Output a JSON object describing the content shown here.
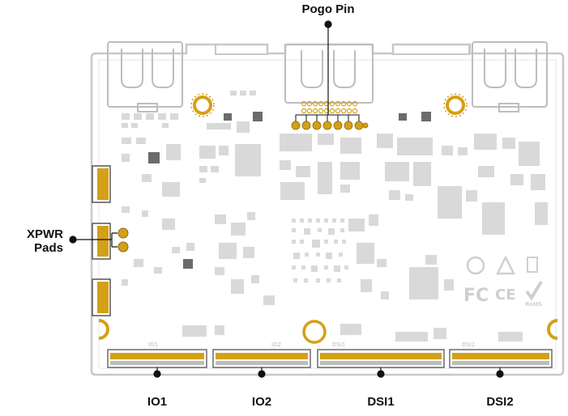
{
  "callouts": {
    "pogo_pin": "Pogo Pin",
    "xpwr_line1": "XPWR",
    "xpwr_line2": "Pads",
    "io1": "IO1",
    "io2": "IO2",
    "dsi1": "DSI1",
    "dsi2": "DSI2"
  },
  "silkscreen": {
    "io1": "IO1",
    "io2": "IO2",
    "dsi1": "DSI1",
    "dsi2": "DSI2"
  },
  "certifications": {
    "fcc": "FC",
    "ce": "CE",
    "rohs": "RoHS"
  },
  "colors": {
    "board_outline": "#c8c8c8",
    "component": "#d9d9d9",
    "gold": "#d4a017",
    "connector_dark": "#6b6b6b",
    "callout_line": "#111111"
  }
}
